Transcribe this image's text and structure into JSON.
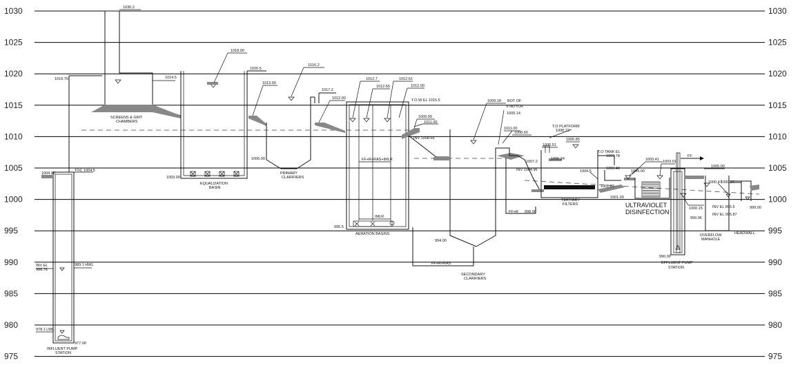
{
  "axis": {
    "left_ticks": [
      "1030",
      "1025",
      "1020",
      "1015",
      "1010",
      "1005",
      "1000",
      "995",
      "990",
      "985",
      "980",
      "975"
    ],
    "right_ticks": [
      "1030",
      "1025",
      "1020",
      "1015",
      "1010",
      "1005",
      "1000",
      "995",
      "990",
      "985",
      "980",
      "975"
    ]
  },
  "units": {
    "influent_pump_station": {
      "name_lines": [
        "INFLUENT PUMP",
        "STATION"
      ],
      "toc": "TOC 1004.5",
      "ground": "1004.00",
      "inv": "INV EL",
      "inv_val": "988.76",
      "hwl": "989.1 HWL",
      "lwl": "978.1 LWL",
      "bottom": "977.00"
    },
    "screens": {
      "name_lines": [
        "SCREENS & GRIT",
        "CHAMBERS"
      ],
      "top": "1030.2",
      "wl": "1019.75",
      "ground": "1014.5"
    },
    "equalization": {
      "name_lines": [
        "EQUALIZATION",
        "BASIN"
      ],
      "wl": "1018.00",
      "top": "1020.5",
      "bottom": "1003.00"
    },
    "primary": {
      "name_lines": [
        "PRIMARY",
        "CLARIFIERS"
      ],
      "ground": "1013.00",
      "wl": "1016.2",
      "top": "1017.2",
      "out": "1012.00",
      "bottom": "1006.00"
    },
    "aeration": {
      "name": "AERATION BASINS",
      "wl1": "1012.7",
      "wl2": "1012.65",
      "wl3": "1012.61",
      "wl4": "1012.00",
      "tow": "T.O.W EL 1015.5",
      "flow": "FF+R+RAS+IMLR",
      "imlr": "IMLR",
      "bottom": "995.5",
      "ground": "1011.00",
      "inv_out": "1009.99",
      "inv": "INV 1008.66"
    },
    "secondary": {
      "name_lines": [
        "SECONDARY",
        "CLARIFIERS"
      ],
      "wl": "1009.18",
      "bot": "BOT OF",
      "vnotch": "V-NOTCH",
      "vnotch_val": "1009.14",
      "out1": "1011.00",
      "out2": "1008.60",
      "inv": "INV 1004.96",
      "el": "1007.2",
      "bottom": "994.00",
      "flow": "FF+R+RAS",
      "ffar": "FF+R",
      "ffar_val": "998.00"
    },
    "tertiary": {
      "name_lines": [
        "TERTIARY",
        "FILTERS"
      ],
      "wl1": "1006.51",
      "wl2": "1006.24",
      "platform": "T.O PLATFORM",
      "platform_val": "1008.72",
      "wl3": "1005.85",
      "tank": "T.O TANK EL",
      "tank_val": "1007.78",
      "lvl1": "1004.5",
      "lvl2": "1003.48",
      "lvl3": "1001.83",
      "lvl4": "1001.00"
    },
    "uv": {
      "name_lines": [
        "ULTRAVIOLET",
        "DISINFECTION"
      ],
      "wl1": "1003.41",
      "wl2": "1003.01",
      "wl3": "1004.00",
      "ff": "FF"
    },
    "effluent_pump_station": {
      "name_lines": [
        "EFFLUENT PUMP",
        "STATION"
      ],
      "wl": "1000.15",
      "low": "999.96",
      "bottom": "990.00"
    },
    "overflow": {
      "name_lines": [
        "OVERFLOW",
        "MANHOLE"
      ],
      "ground": "1005.00",
      "wl": "1000.47",
      "wl2": "1000.37",
      "inv1": "INV EL 995.5",
      "inv2": "INV EL 995.87"
    },
    "headwall": {
      "name": "HEADWALL",
      "el": "999.00"
    }
  }
}
